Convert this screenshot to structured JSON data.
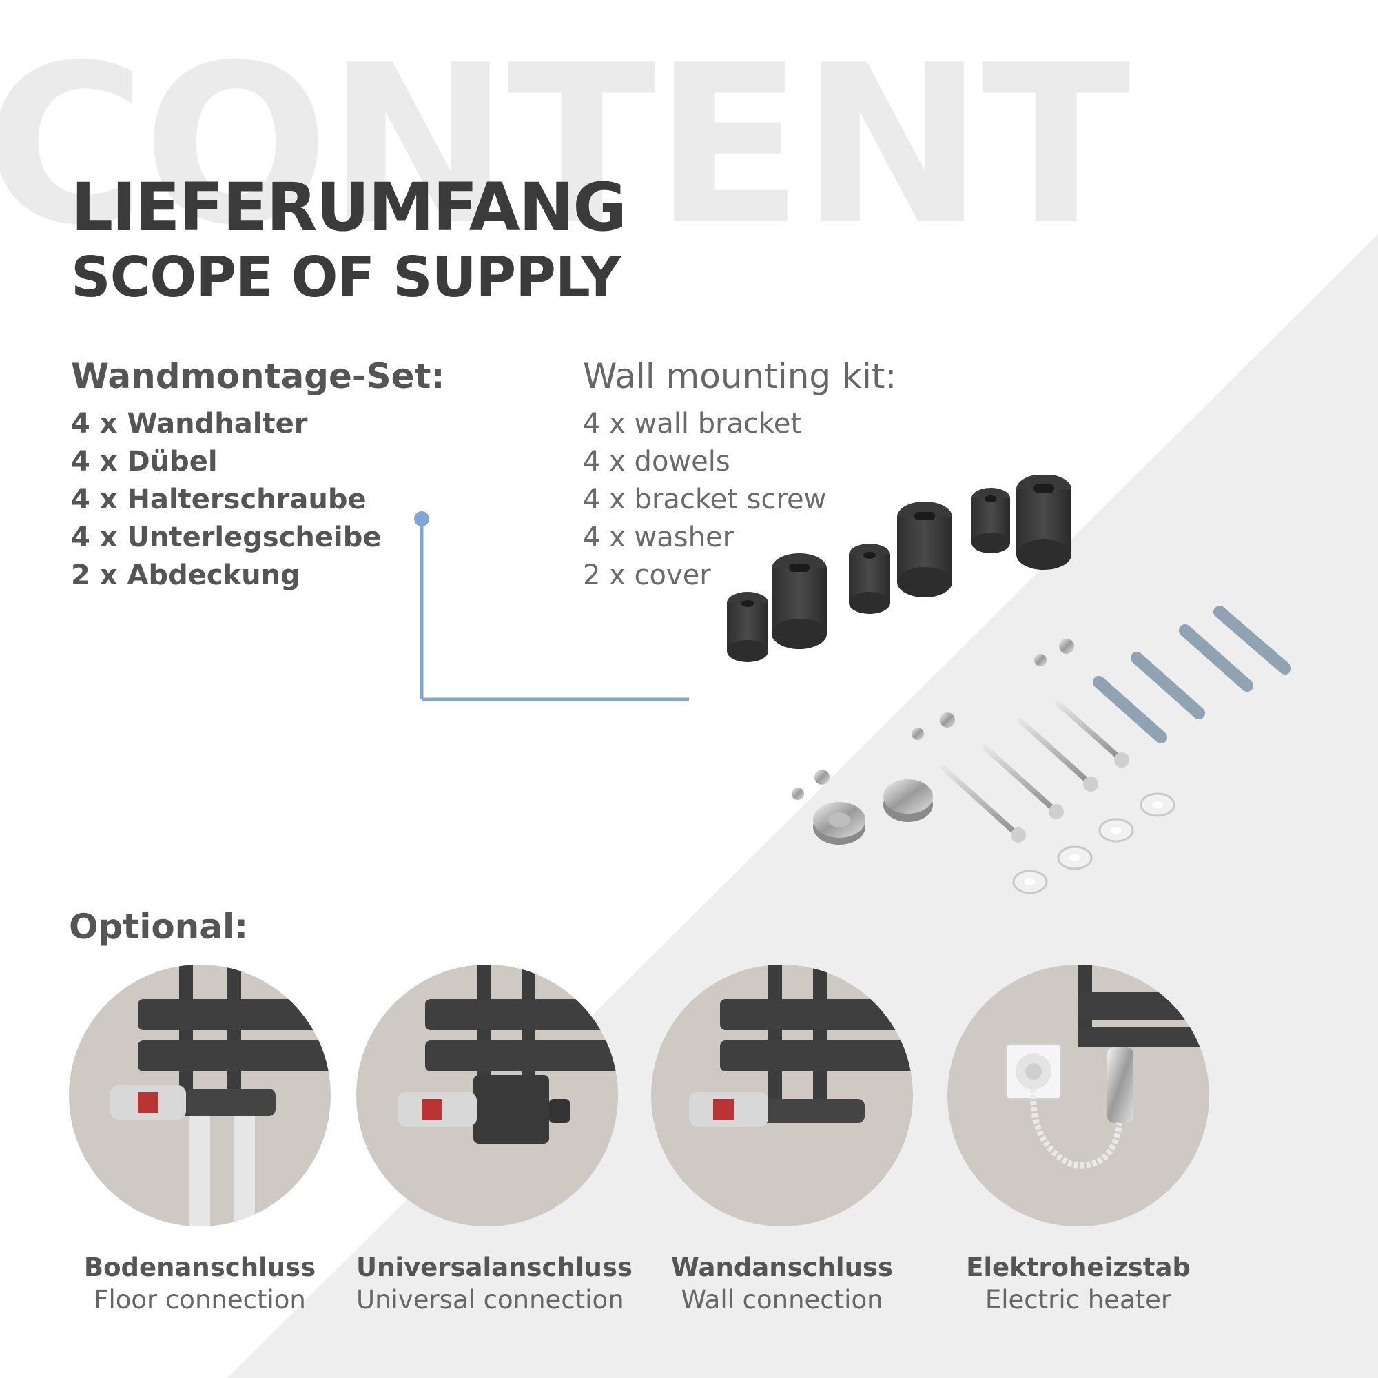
{
  "watermark": "CONTENT",
  "title": {
    "de": "LIEFERUMFANG",
    "en": "SCOPE OF SUPPLY"
  },
  "wall_kit": {
    "de": {
      "heading": "Wandmontage-Set:",
      "items": [
        "4 x Wandhalter",
        "4 x Dübel",
        "4 x Halterschraube",
        "4 x Unterlegscheibe",
        "2 x Abdeckung"
      ]
    },
    "en": {
      "heading": "Wall mounting kit:",
      "items": [
        "4 x wall bracket",
        "4 x dowels",
        "4 x bracket screw",
        "4 x washer",
        "2 x cover"
      ]
    }
  },
  "optional": {
    "label": "Optional:",
    "items": [
      {
        "de": "Bodenanschluss",
        "en": "Floor connection"
      },
      {
        "de": "Universalanschluss",
        "en": "Universal connection"
      },
      {
        "de": "Wandanschluss",
        "en": "Wall connection"
      },
      {
        "de": "Elektroheizstab",
        "en": "Electric heater"
      }
    ]
  },
  "colors": {
    "accent_line": "#7ea6d6",
    "background_grey": "#eeeeee",
    "text_dark": "#3b3b3b",
    "watermark": "#ebebeb"
  }
}
